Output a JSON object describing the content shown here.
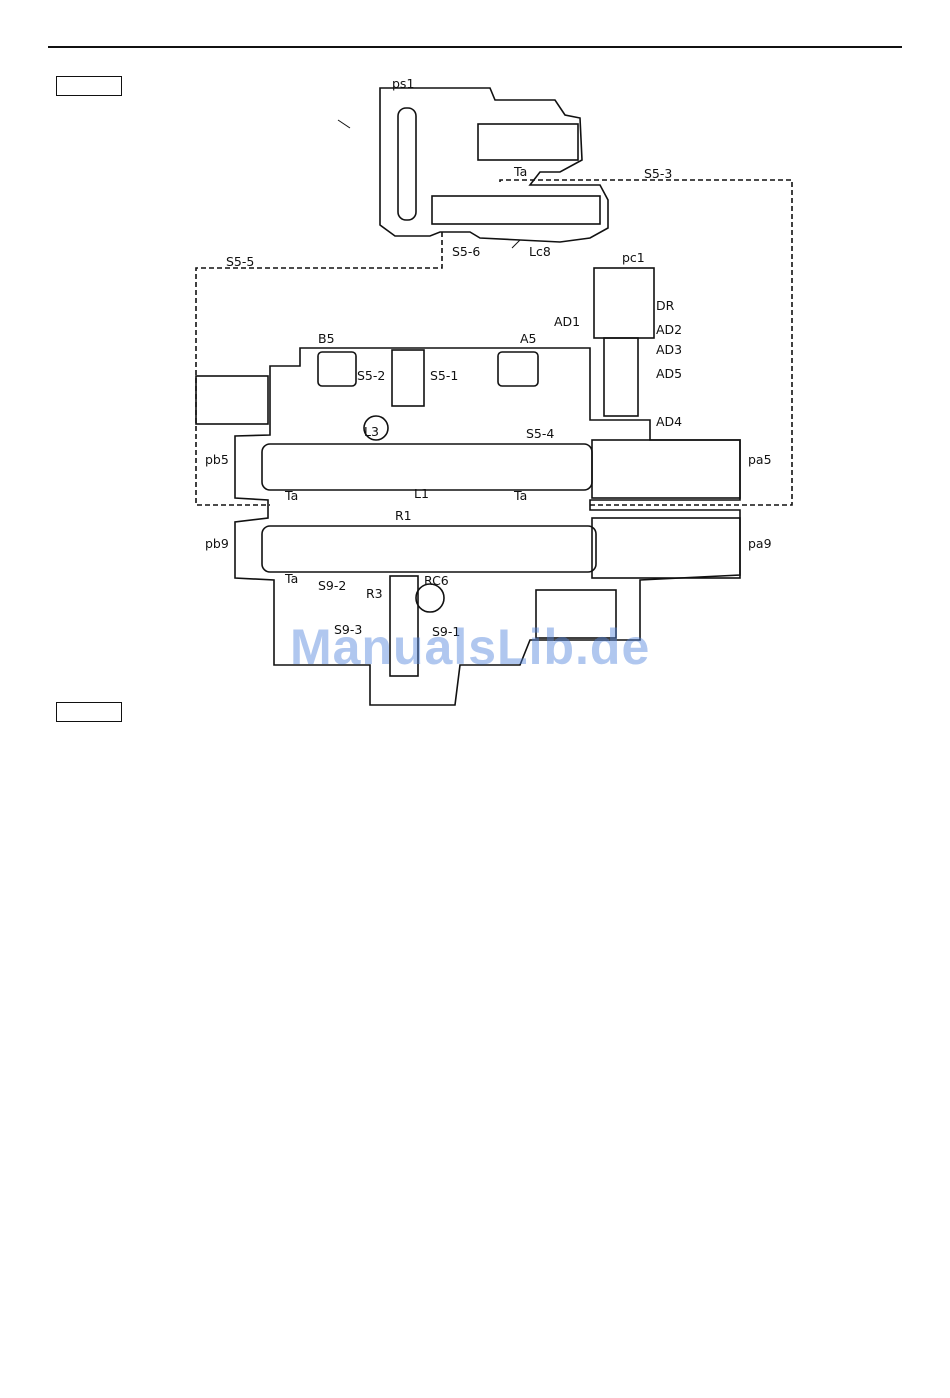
{
  "labels": {
    "ps1": "ps1",
    "ta_top": "Ta",
    "s5_3": "S5-3",
    "s5_6": "S5-6",
    "lc8": "Lc8",
    "s5_5": "S5-5",
    "pc1": "pc1",
    "dr": "DR",
    "ad2": "AD2",
    "ad3": "AD3",
    "ad5": "AD5",
    "ad4": "AD4",
    "ad1": "AD1",
    "b5": "B5",
    "a5": "A5",
    "s5_2": "S5-2",
    "s5_1": "S5-1",
    "l3": "L3",
    "s5_4": "S5-4",
    "pb5": "pb5",
    "pa5": "pa5",
    "ta_left": "Ta",
    "l1": "L1",
    "ta_mid": "Ta",
    "r1": "R1",
    "pb9": "pb9",
    "pa9": "pa9",
    "ta_low": "Ta",
    "s9_2": "S9-2",
    "rc6": "RC6",
    "r3": "R3",
    "s9_3": "S9-3",
    "s9_1": "S9-1"
  },
  "watermark": "ManualsLib.de",
  "colors": {
    "line": "#111111",
    "watermark": "#5082dc"
  }
}
